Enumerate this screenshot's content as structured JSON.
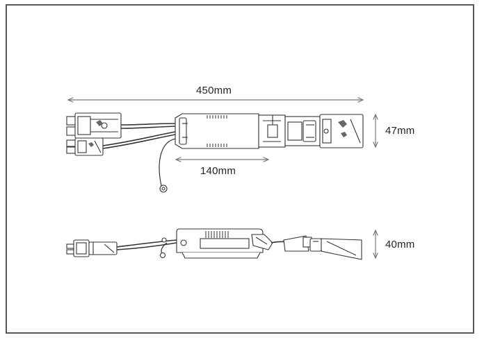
{
  "dimensions": {
    "length": "450mm",
    "body_length": "140mm",
    "width": "47mm",
    "height": "40mm"
  },
  "colors": {
    "line": "#333333",
    "arrow": "#777777",
    "frame": "#555555"
  }
}
